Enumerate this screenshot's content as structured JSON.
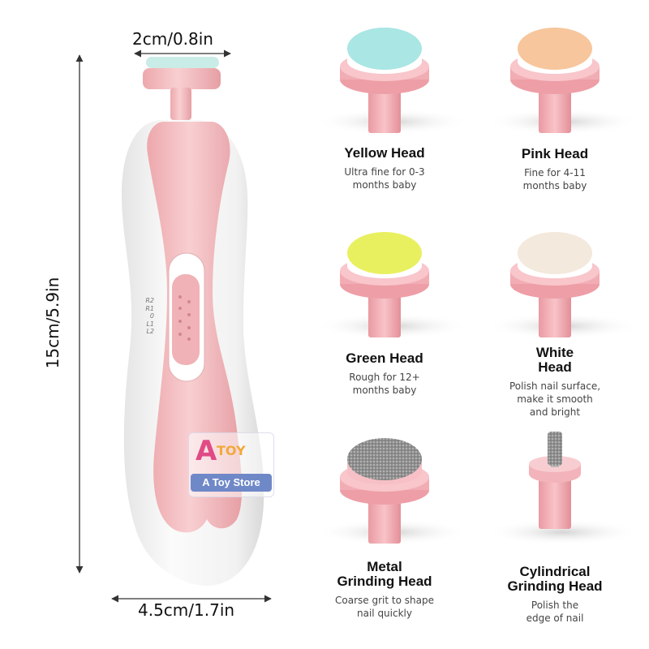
{
  "dimensions": {
    "width_label": "2cm/0.8in",
    "height_label": "15cm/5.9in",
    "bottom_label": "4.5cm/1.7in"
  },
  "switch_labels": [
    "R2",
    "R1",
    "0",
    "L1",
    "L2"
  ],
  "watermark": {
    "logo_text": "A",
    "logo_subtext": "TOY",
    "store_name": "A Toy Store"
  },
  "heads": [
    {
      "title_lines": [
        "Yellow Head"
      ],
      "desc_lines": [
        "Ultra fine for 0-3",
        "months baby"
      ],
      "pad_color": "#a9e6e4"
    },
    {
      "title_lines": [
        "Pink Head"
      ],
      "desc_lines": [
        "Fine for 4-11",
        "months baby"
      ],
      "pad_color": "#f7c69c"
    },
    {
      "title_lines": [
        "Green Head"
      ],
      "desc_lines": [
        "Rough for 12+",
        "months baby"
      ],
      "pad_color": "#e9f060"
    },
    {
      "title_lines": [
        "White",
        "Head"
      ],
      "desc_lines": [
        "Polish nail surface,",
        "make it smooth",
        "and bright"
      ],
      "pad_color": "#f3e9dc"
    },
    {
      "title_lines": [
        "Metal",
        "Grinding Head"
      ],
      "desc_lines": [
        "Coarse grit to shape",
        "nail quickly"
      ],
      "pad_color": "#9c9c9c"
    },
    {
      "title_lines": [
        "Cylindrical",
        "Grinding Head"
      ],
      "desc_lines": [
        "Polish the",
        "edge of nail"
      ],
      "pad_color": "#cfcfcf"
    }
  ],
  "colors": {
    "device_pink": "#f3b8bb",
    "device_white": "#f4f4f4",
    "arrow": "#333333"
  }
}
